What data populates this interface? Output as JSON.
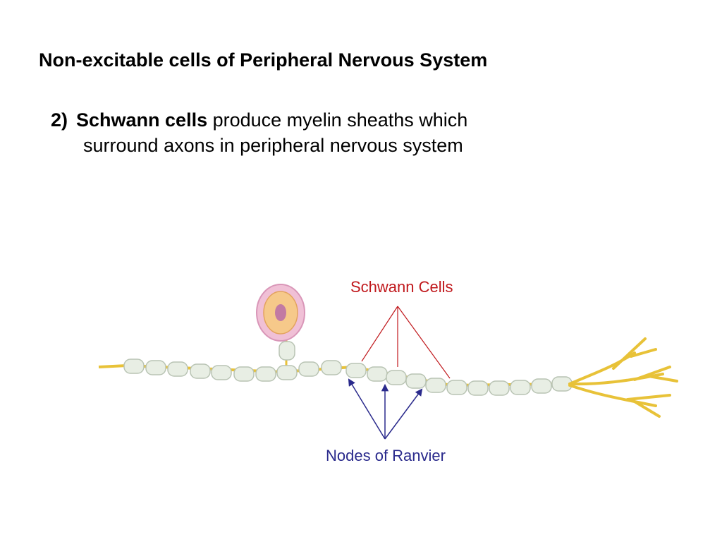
{
  "slide": {
    "title": "Non-excitable cells of Peripheral Nervous System",
    "point_number": "2)",
    "point_term": "Schwann cells",
    "point_rest": "produce myelin sheaths which",
    "point_line2": "surround axons in peripheral nervous system"
  },
  "diagram": {
    "label_schwann": "Schwann Cells",
    "label_nodes": "Nodes of Ranvier",
    "colors": {
      "schwann_label": "#c0181c",
      "nodes_label": "#2a2a8c",
      "myelin_fill": "#e8eee4",
      "myelin_stroke": "#b9c4b4",
      "axon": "#e8c238",
      "soma_outer": "#e7a9c7",
      "soma_inner": "#f6c98a",
      "nucleus": "#c27aa3"
    }
  }
}
